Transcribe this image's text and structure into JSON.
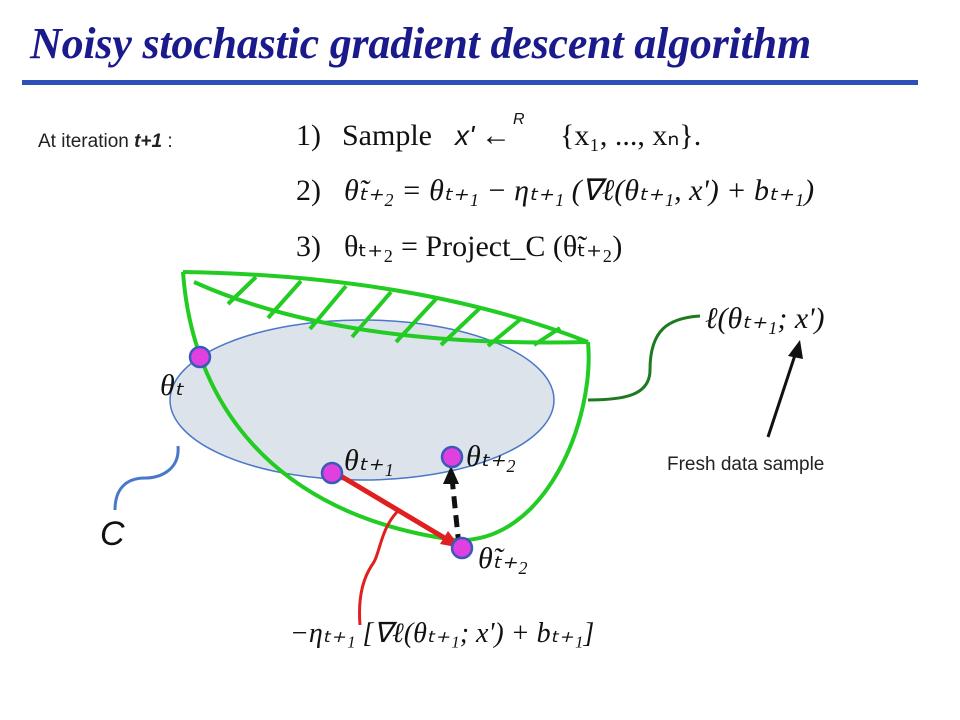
{
  "title": "Noisy stochastic gradient descent algorithm",
  "iteration": {
    "prefix": "At iteration ",
    "emph": "t+1",
    "suffix": " :"
  },
  "steps": {
    "s1": {
      "num": "1)",
      "word": "Sample",
      "x": "x'",
      "arrow": "←",
      "R": "R",
      "set": "{x₁, ..., xₙ}."
    },
    "s2": {
      "num": "2)",
      "expr": "θ̃ₜ₊₂ = θₜ₊₁ − ηₜ₊₁ (∇ℓ(θₜ₊₁, x') + bₜ₊₁)"
    },
    "s3": {
      "num": "3)",
      "expr": "θₜ₊₂ = Project_C (θ̃ₜ₊₂)"
    }
  },
  "labels": {
    "loss": "ℓ(θₜ₊₁; x')",
    "theta_t": "θₜ",
    "theta_t1": "θₜ₊₁",
    "theta_t2": "θₜ₊₂",
    "theta_tilde": "θ̃ₜ₊₂",
    "C": "C",
    "step": "−ηₜ₊₁ [∇ℓ(θₜ₊₁; x') + bₜ₊₁]",
    "fresh": "Fresh data sample"
  },
  "colors": {
    "title": "#1a1a8c",
    "rule": "#2c4fb8",
    "bowl": "#22cc22",
    "set": "#dde3ea",
    "point": "#e040e0",
    "arrow": "#e02020",
    "brace_blue": "#4a78c8",
    "brace_green": "#1e7a1e",
    "brace_red": "#e02020"
  }
}
